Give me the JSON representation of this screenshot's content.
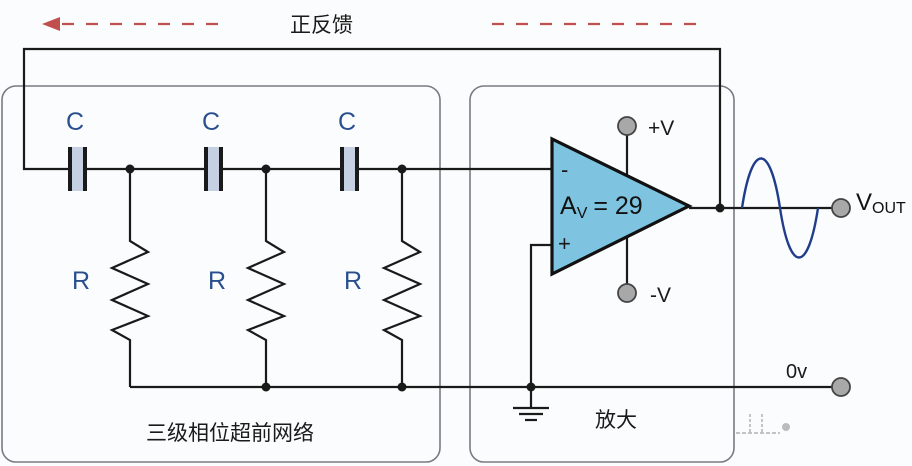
{
  "title": "正反馈",
  "blocks": {
    "network_label": "三级相位超前网络",
    "amplifier_label": "放大"
  },
  "components": {
    "capacitors": [
      {
        "label": "C"
      },
      {
        "label": "C"
      },
      {
        "label": "C"
      }
    ],
    "resistors": [
      {
        "label": "R"
      },
      {
        "label": "R"
      },
      {
        "label": "R"
      }
    ]
  },
  "opamp": {
    "gain_symbol": "A",
    "gain_subscript": "V",
    "gain_value": "= 29",
    "inverting_label": "-",
    "noninverting_label": "+"
  },
  "supplies": {
    "positive": "+V",
    "negative": "-V"
  },
  "output": {
    "label_main": "V",
    "label_sub": "OUT"
  },
  "ground_rail": {
    "label": "0v"
  },
  "colors": {
    "feedback_arrow": "#c0504d",
    "opamp_fill": "#7ec4e0",
    "component_label": "#2a4f8f",
    "sine_wave": "#1f3d8a",
    "capacitor_dielectric": "#c5d1e3"
  }
}
